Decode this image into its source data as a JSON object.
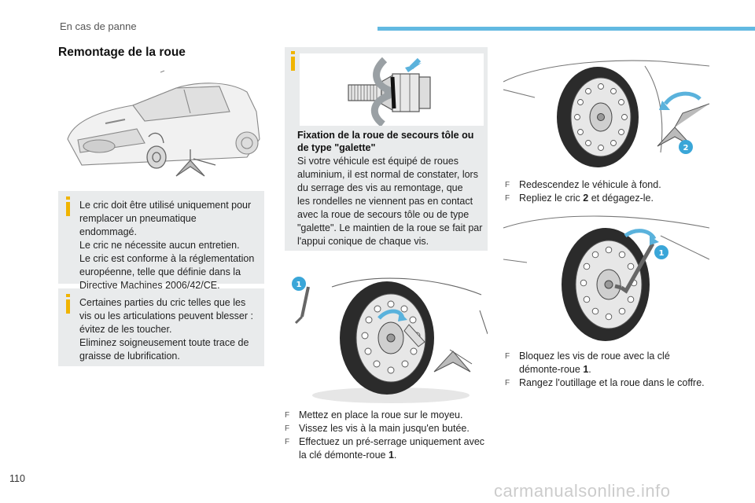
{
  "header": {
    "section": "En cas de panne",
    "accent_color": "#62b9e1"
  },
  "page": {
    "number": "110",
    "watermark": "carmanualsonline.info"
  },
  "title": "Remontage de la roue",
  "left": {
    "note1": {
      "icon": "info-icon",
      "lines": [
        "Le cric doit être utilisé uniquement pour",
        "remplacer un pneumatique endommagé.",
        "Le cric ne nécessite aucun entretien.",
        "Le cric est conforme à la réglementation",
        "européenne, telle que définie dans la",
        "Directive Machines 2006/42/CE."
      ]
    },
    "note2": {
      "icon": "info-icon",
      "lines": [
        "Certaines parties du cric telles que les",
        "vis ou les articulations peuvent blesser :",
        "évitez de les toucher.",
        "Eliminez soigneusement toute trace de",
        "graisse de lubrification."
      ]
    }
  },
  "middle": {
    "tip": {
      "icon": "info-icon",
      "title_lines": [
        "Fixation de la roue de secours tôle ou",
        "de type \"galette\""
      ],
      "lines": [
        "Si votre véhicule est équipé de roues",
        "aluminium, il est normal de constater, lors",
        "du serrage des vis au remontage, que",
        "les rondelles ne viennent pas en contact",
        "avec la roue de secours tôle ou de type",
        "\"galette\". Le maintien de la roue se fait par",
        "l'appui conique de chaque vis."
      ]
    },
    "illus_badge": "1",
    "steps": [
      {
        "bullet": "F",
        "text": "Mettez en place la roue sur le moyeu."
      },
      {
        "bullet": "F",
        "text": "Vissez les vis à la main jusqu'en butée."
      },
      {
        "bullet": "F",
        "text": "Effectuez un pré-serrage uniquement avec"
      },
      {
        "bullet": "",
        "text": "la clé démonte-roue ",
        "bold": "1",
        "after": "."
      }
    ]
  },
  "right": {
    "illus1_badge": "2",
    "steps1": [
      {
        "bullet": "F",
        "text": "Redescendez le véhicule à fond."
      },
      {
        "bullet": "F",
        "text": "Repliez le cric ",
        "bold": "2",
        "after": " et dégagez-le."
      }
    ],
    "illus2_badge": "1",
    "steps2": [
      {
        "bullet": "F",
        "text": "Bloquez les vis de roue avec la clé"
      },
      {
        "bullet": "",
        "text": "démonte-roue ",
        "bold": "1",
        "after": "."
      },
      {
        "bullet": "F",
        "text": "Rangez l'outillage et la roue dans le coffre."
      }
    ]
  },
  "colors": {
    "note_bg": "#e9ebec",
    "icon": "#f0b400",
    "badge": "#3aa6d8",
    "arrow": "#5ab2dc"
  }
}
